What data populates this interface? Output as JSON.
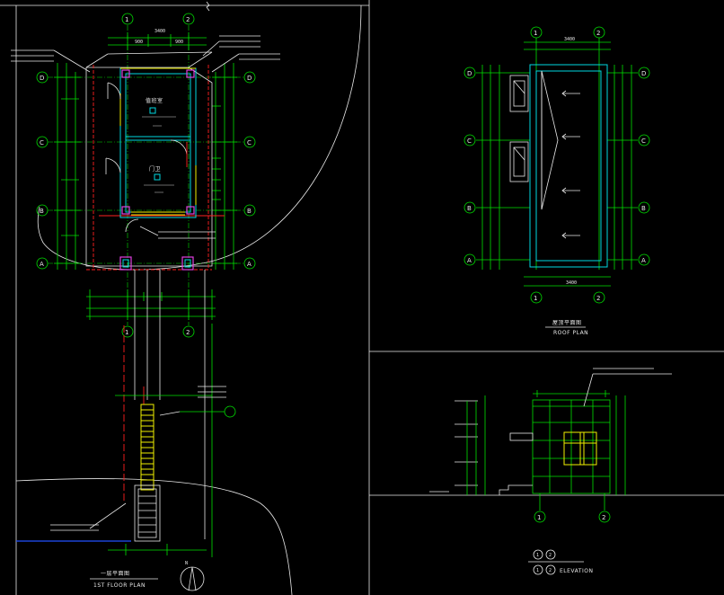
{
  "plans": {
    "first_floor_title_cn": "一层平面图",
    "first_floor_title_en": "1ST FLOOR PLAN",
    "roof_title_cn": "屋顶平面图",
    "roof_title_en": "ROOF PLAN",
    "elevation_title_en": "ELEVATION",
    "elevation_axis_from": "1",
    "elevation_axis_to": "2"
  },
  "axes": {
    "columns": [
      "1",
      "2"
    ],
    "rows": [
      "D",
      "C",
      "B",
      "A"
    ]
  },
  "rooms": {
    "upper_room": "值班室",
    "lower_room": "门卫"
  },
  "colors": {
    "background": "#000000",
    "axis_green": "#00e000",
    "wall_cyan": "#00d8e0",
    "highlight_yellow": "#f0f000",
    "line_red": "#ff2020",
    "column_magenta": "#e040e0",
    "ground_blue": "#2050ff",
    "text_white": "#e8e8e8"
  }
}
